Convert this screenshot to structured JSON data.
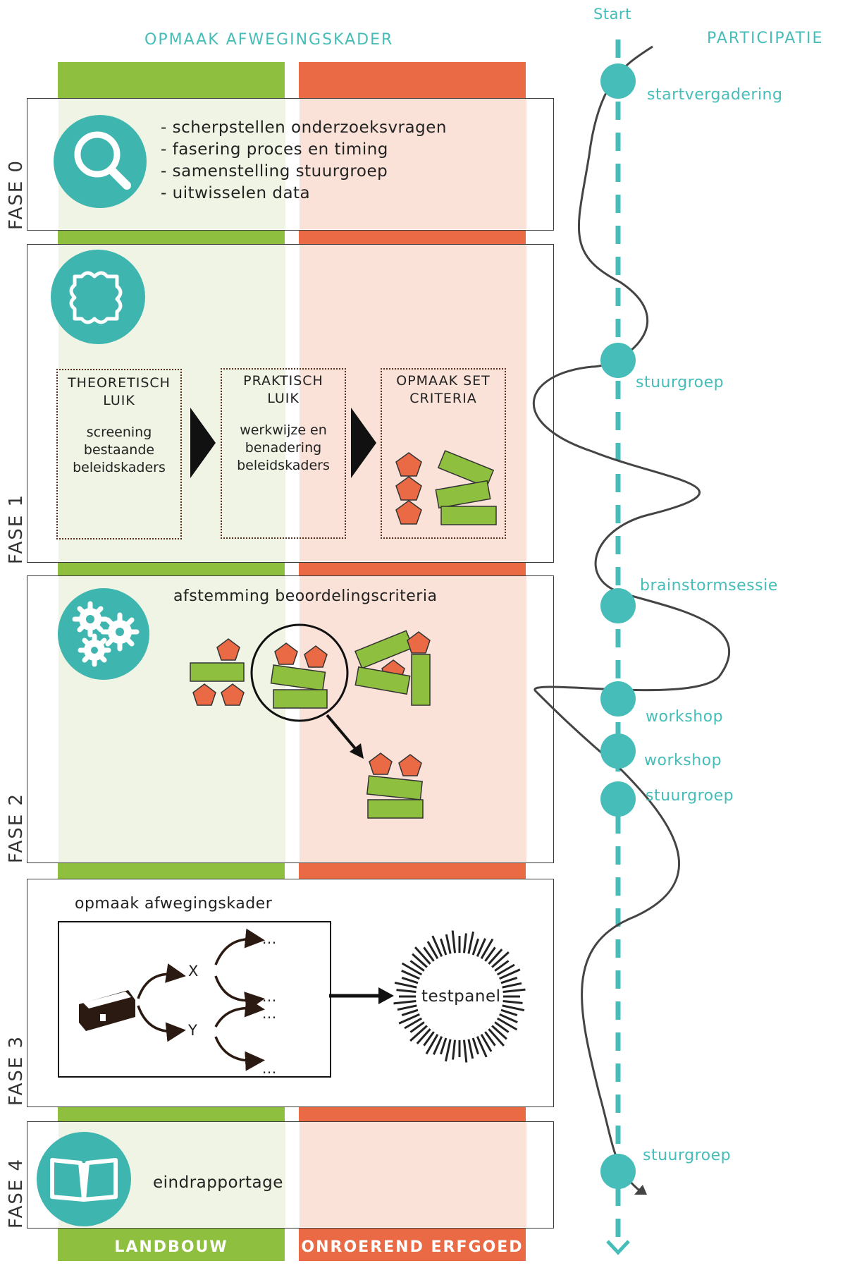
{
  "header": {
    "left_title": "OPMAAK AFWEGINGSKADER",
    "right_title": "PARTICIPATIE",
    "start_label": "Start"
  },
  "columns": {
    "left_label": "LANDBOUW",
    "right_label": "ONROEREND ERFGOED",
    "left_color": "#8ebf3f",
    "right_color": "#e96a45"
  },
  "phases": {
    "fase0": {
      "label": "FASE 0",
      "icon": "magnifier-icon",
      "bullets": [
        "- scherpstellen onderzoeksvragen",
        "- fasering proces en timing",
        "- samenstelling stuurgroep",
        "- uitwisselen data"
      ]
    },
    "fase1": {
      "label": "FASE 1",
      "icon": "puzzle-icon",
      "boxes": [
        {
          "title1": "THEORETISCH",
          "title2": "LUIK",
          "body1": "screening",
          "body2": "bestaande",
          "body3": "beleidskaders"
        },
        {
          "title1": "PRAKTISCH",
          "title2": "LUIK",
          "body1": "werkwijze en",
          "body2": "benadering",
          "body3": "beleidskaders"
        },
        {
          "title1": "OPMAAK SET",
          "title2": "CRITERIA"
        }
      ]
    },
    "fase2": {
      "label": "FASE 2",
      "icon": "gears-icon",
      "title": "afstemming beoordelingscriteria"
    },
    "fase3": {
      "label": "FASE 3",
      "title": "opmaak afwegingskader",
      "branch_x": "X",
      "branch_y": "Y",
      "ellipsis": "...",
      "testpanel": "testpanel"
    },
    "fase4": {
      "label": "FASE 4",
      "icon": "book-icon",
      "title": "eindrapportage"
    }
  },
  "participation": {
    "nodes": [
      "startvergadering",
      "stuurgroep",
      "brainstormsessie",
      "workshop",
      "workshop",
      "stuurgroep",
      "stuurgroep"
    ],
    "accent": "#46bdb8"
  }
}
